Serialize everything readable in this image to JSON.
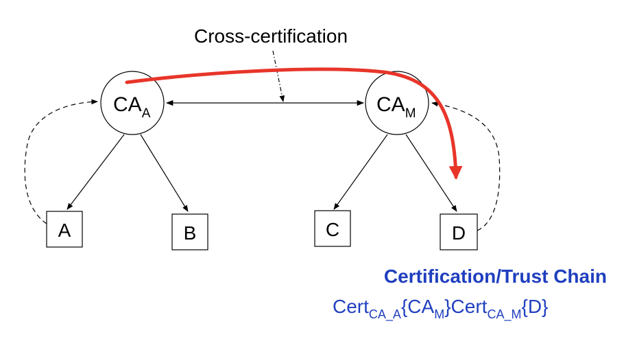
{
  "colors": {
    "ink": "#000000",
    "highlight": "#e8352a",
    "chain_text": "#1f3fbf"
  },
  "cross_certification_label": "Cross-certification",
  "nodes": {
    "ca_a": {
      "base": "CA",
      "sub": "A"
    },
    "ca_m": {
      "base": "CA",
      "sub": "M"
    },
    "a": "A",
    "b": "B",
    "c": "C",
    "d": "D"
  },
  "chain": {
    "title": "Certification/Trust Chain",
    "formula": {
      "cert1": "Cert",
      "cert1_sub": "CA_A",
      "subject1_open": "{CA",
      "subject1_sub": "M",
      "subject1_close": "}",
      "cert2": "Cert",
      "cert2_sub": "CA_M",
      "subject2": "{D}"
    }
  }
}
